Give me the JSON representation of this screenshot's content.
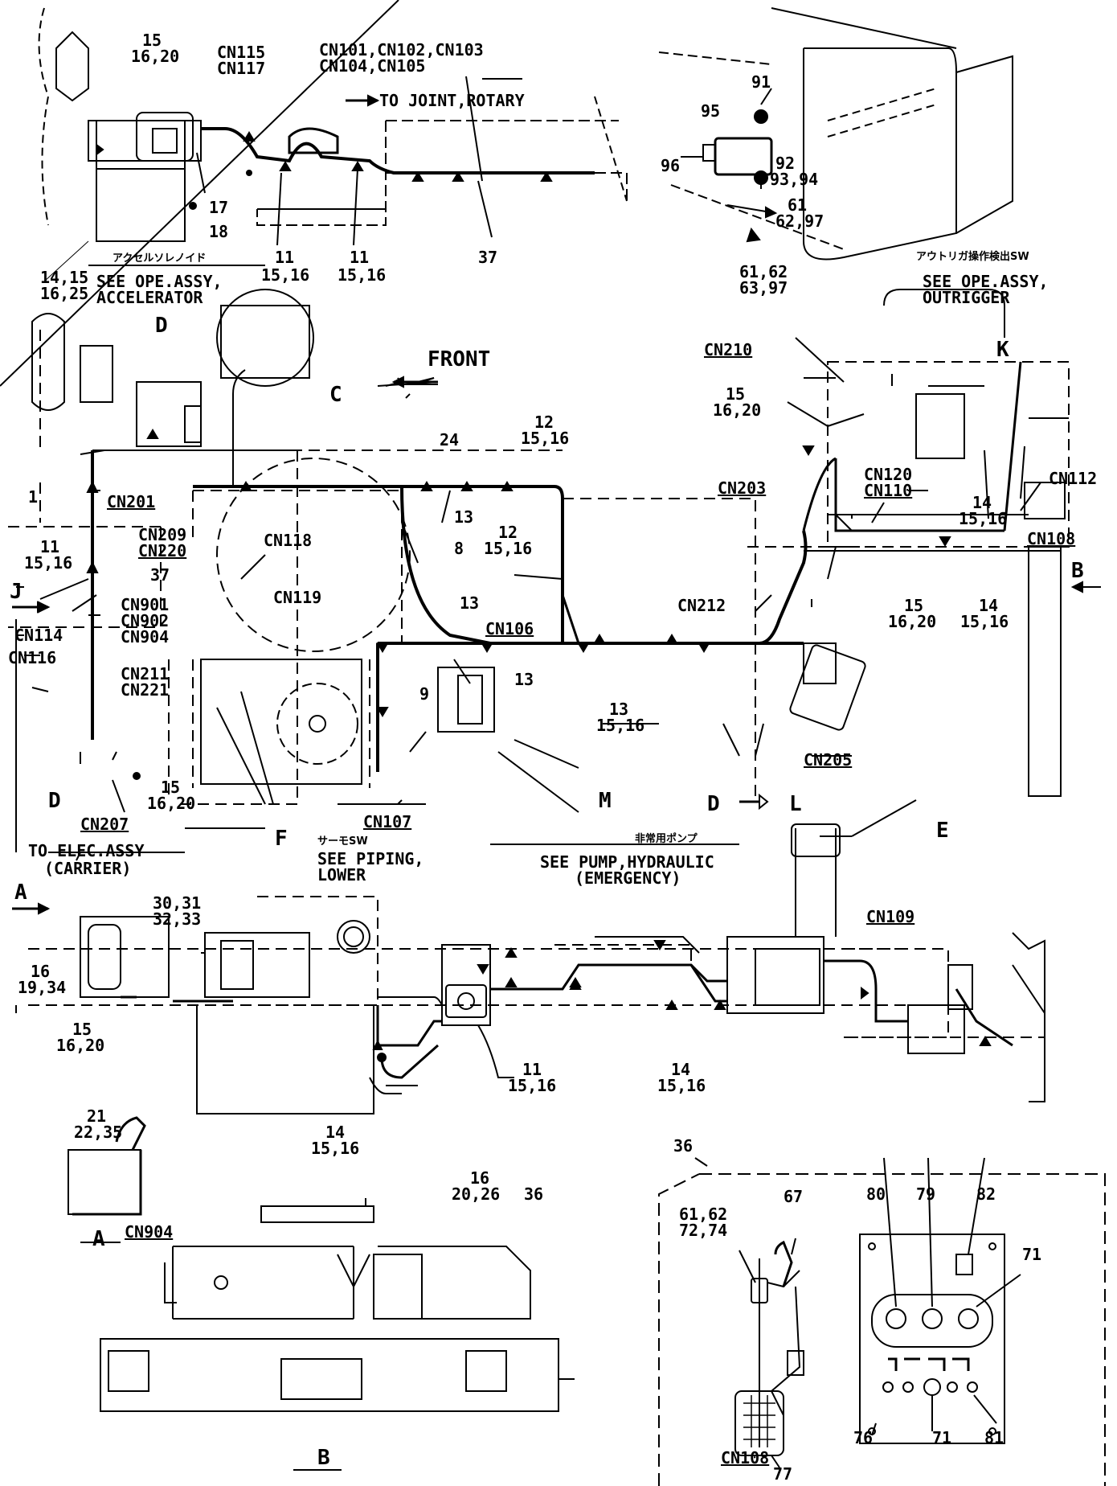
{
  "labels": {
    "front": "FRONT",
    "to_joint_rotary": "TO JOINT,ROTARY",
    "cn101_105_a": "CN101,CN102,CN103",
    "cn101_105_b": "CN104,CN105",
    "cn115": "CN115",
    "cn117": "CN117",
    "n15_top": "15",
    "n16_20_top": "16,20",
    "n17": "17",
    "n18": "18",
    "n11_a": "11",
    "n15_16_a": "15,16",
    "n11_b": "11",
    "n15_16_b": "15,16",
    "n37_top": "37",
    "jp_accel": "アクセルソレノイド",
    "see_ope_accel_a": "SEE OPE.ASSY,",
    "see_ope_accel_b": "ACCELERATOR",
    "n14_15": "14,15",
    "n16_25": "16,25",
    "n91": "91",
    "n95": "95",
    "n96": "96",
    "n92": "92",
    "n93_94": "93,94",
    "n61_a": "61",
    "n62_97_a": "62,97",
    "n61_62": "61,62",
    "n63_97": "63,97",
    "jp_outrigger": "アウトリガ操作検出SW",
    "see_ope_out_a": "SEE OPE.ASSY,",
    "see_ope_out_b": "OUTRIGGER",
    "cn210": "CN210",
    "k": "K",
    "n15_k": "15",
    "n16_20_k": "16,20",
    "cn120": "CN120",
    "cn110": "CN110",
    "cn203": "CN203",
    "cn112": "CN112",
    "n14_r": "14",
    "n15_16_r": "15,16",
    "cn108_r": "CN108",
    "b_arrow": "B",
    "n15_r2": "15",
    "n16_20_r2": "16,20",
    "n14_r2": "14",
    "n15_16_r2": "15,16",
    "d_top": "D",
    "c": "C",
    "n24": "24",
    "n12_a": "12",
    "n15_16_12a": "15,16",
    "n1": "1",
    "cn201": "CN201",
    "n11_l": "11",
    "n15_16_l": "15,16",
    "cn209": "CN209",
    "cn220": "CN220",
    "cn118": "CN118",
    "cn119": "CN119",
    "n13_a": "13",
    "n8": "8",
    "n12_b": "12",
    "n15_16_12b": "15,16",
    "n13_b": "13",
    "cn106": "CN106",
    "cn212": "CN212",
    "n37_mid": "37",
    "j": "J",
    "cn901": "CN901",
    "cn902": "CN902",
    "cn904_a": "CN904",
    "cn114": "CN114",
    "cn116": "CN116",
    "cn211": "CN211",
    "cn221": "CN221",
    "n9": "9",
    "n13_c": "13",
    "n13_d": "13",
    "n15_16_13d": "15,16",
    "cn205": "CN205",
    "d_left": "D",
    "n15_cn207": "15",
    "n16_20_cn207": "16,20",
    "cn207": "CN207",
    "f": "F",
    "cn107": "CN107",
    "jp_thermo": "サーモSW",
    "see_piping_a": "SEE PIPING,",
    "see_piping_b": "LOWER",
    "m": "M",
    "d_l": "D",
    "l": "L",
    "jp_pump": "非常用ポンプ",
    "see_pump_a": "SEE PUMP,HYDRAULIC",
    "see_pump_b": "(EMERGENCY)",
    "to_elec_a": "TO ELEC.ASSY",
    "to_elec_b": "(CARRIER)",
    "e": "E",
    "cn109": "CN109",
    "a_arrow": "A",
    "n30_31": "30,31",
    "n32_33": "32,33",
    "n16_19": "16",
    "n19_34": "19,34",
    "n15_a": "15",
    "n16_20_a": "16,20",
    "n11_bot": "11",
    "n15_16_bot": "15,16",
    "n14_bot": "14",
    "n15_16_bot2": "15,16",
    "n14_bot3": "14",
    "n15_16_bot3": "15,16",
    "n21": "21",
    "n22_35": "22,35",
    "cn904_b": "CN904",
    "a_view": "A",
    "n16_b": "16",
    "n20_26_36": "20,26",
    "n36_b": "36",
    "b_view": "B",
    "n36_box": "36",
    "n61_62_72_74_a": "61,62",
    "n61_62_72_74_b": "72,74",
    "n67": "67",
    "n80": "80",
    "n79": "79",
    "n82": "82",
    "n71_a": "71",
    "n76": "76",
    "n71_b": "71",
    "n81": "81",
    "cn108_b": "CN108",
    "n77": "77"
  }
}
